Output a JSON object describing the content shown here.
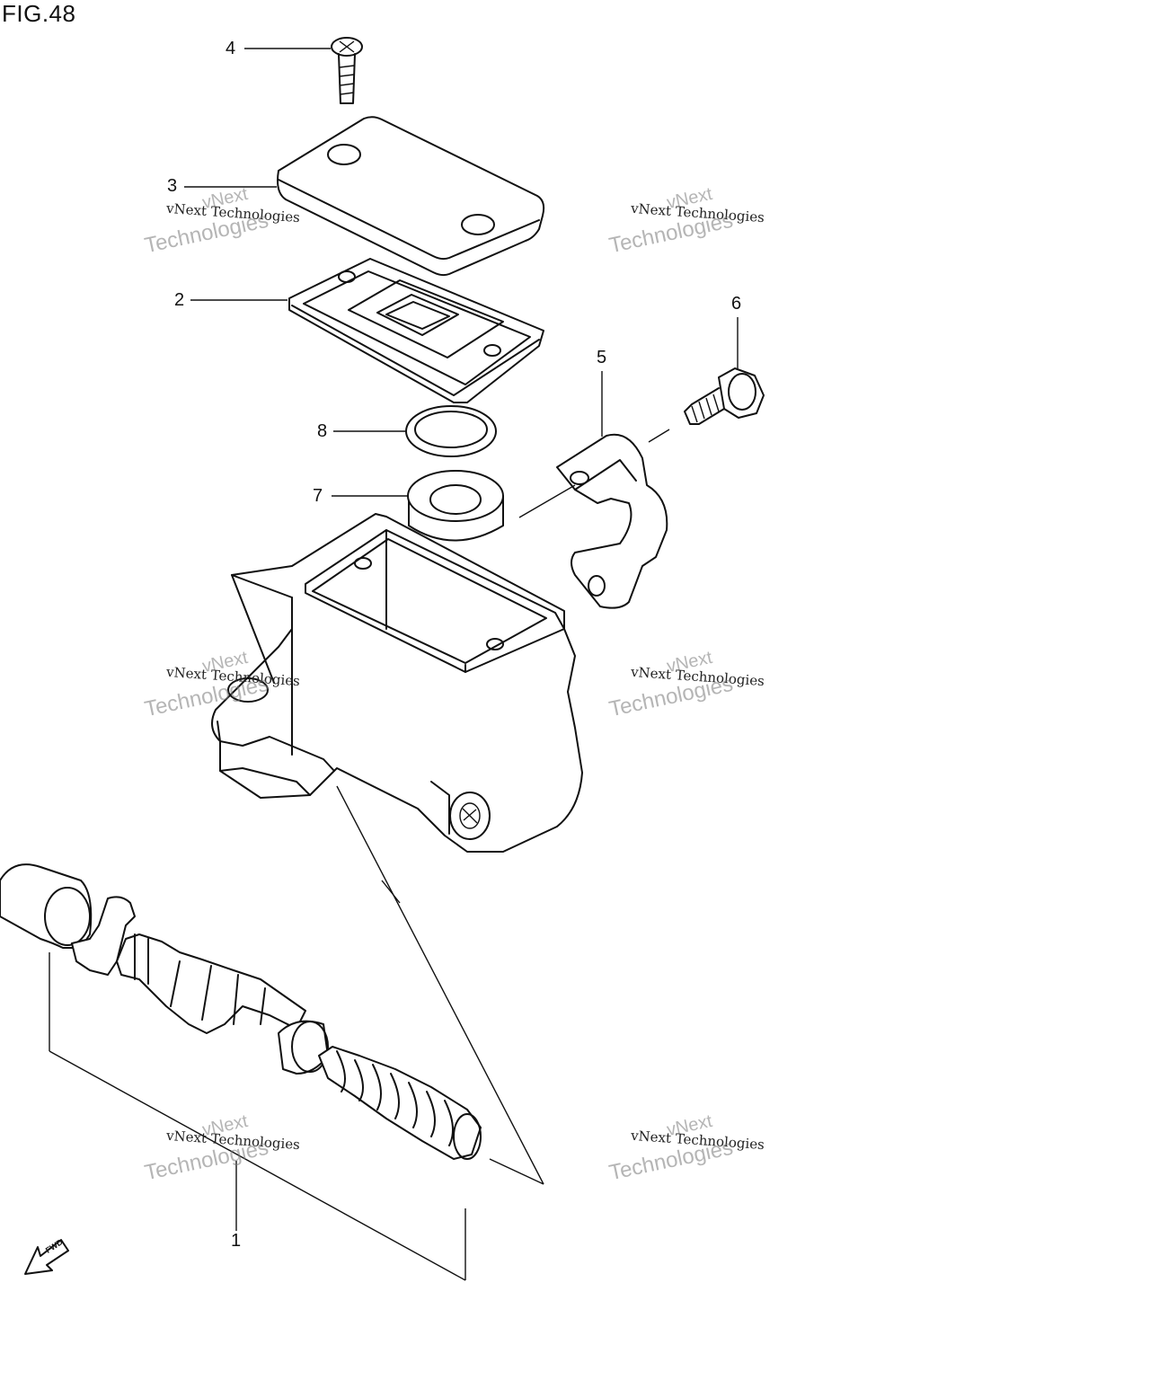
{
  "figure": {
    "title": "FIG.48"
  },
  "callouts": [
    "1",
    "2",
    "3",
    "4",
    "5",
    "6",
    "7",
    "8"
  ],
  "fwd_label": "FWD",
  "watermark": {
    "line1": "vNext",
    "line2": "vNext Technologies",
    "line3": "Technologies"
  }
}
